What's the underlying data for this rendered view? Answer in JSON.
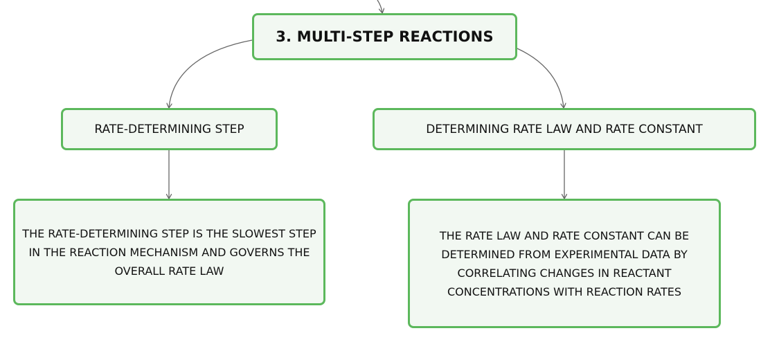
{
  "diagram": {
    "root": {
      "label": "3. MULTI-STEP REACTIONS"
    },
    "branches": [
      {
        "title": "RATE-DETERMINING STEP",
        "description": "THE RATE-DETERMINING STEP IS THE SLOWEST STEP IN THE REACTION MECHANISM AND GOVERNS THE OVERALL RATE LAW"
      },
      {
        "title": "DETERMINING RATE LAW AND RATE CONSTANT",
        "description": "THE RATE LAW AND RATE CONSTANT CAN BE DETERMINED FROM EXPERIMENTAL DATA BY CORRELATING CHANGES IN REACTANT CONCENTRATIONS WITH REACTION RATES"
      }
    ]
  },
  "colors": {
    "node_border": "#5cb85c",
    "node_fill": "#f2f8f2",
    "connector": "#666666",
    "text": "#111111"
  }
}
